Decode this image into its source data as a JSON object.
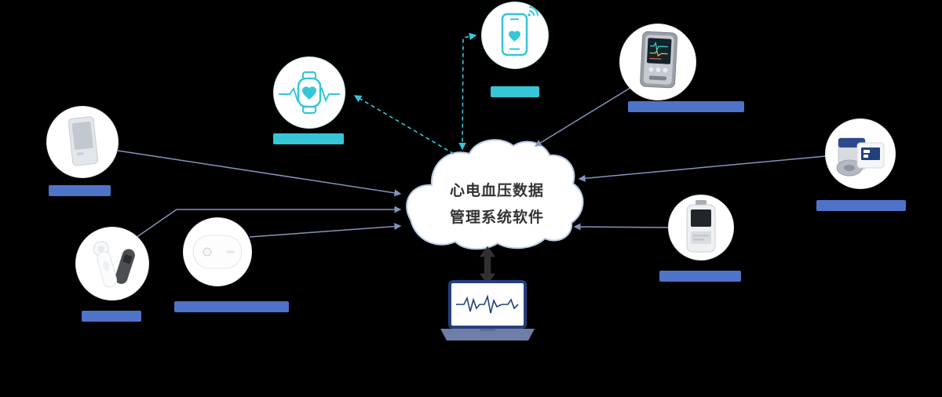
{
  "cloud": {
    "label_line1": "心电血压数据",
    "label_line2": "管理系统软件"
  },
  "colors": {
    "background": "#000000",
    "cloud_fill": "#ffffff",
    "cloud_stroke": "#b9cce9",
    "cloud_text": "#333333",
    "teal_accent": "#35c6d8",
    "blue_label": "#4e73c9",
    "arrow_blue": "#8494bc",
    "dark_arrow": "#2f2f2f"
  },
  "devices": [
    {
      "id": "card-reader-left",
      "icon": "handheld-device-icon",
      "label_color": "blue"
    },
    {
      "id": "smartwatch",
      "icon": "smartwatch-ecg-icon",
      "label_color": "teal"
    },
    {
      "id": "smartphone",
      "icon": "smartphone-health-icon",
      "label_color": "teal"
    },
    {
      "id": "bp-monitor",
      "icon": "blood-pressure-monitor-icon",
      "label_color": "blue"
    },
    {
      "id": "bp-cuff-monitor",
      "icon": "bp-cuff-device-icon",
      "label_color": "blue"
    },
    {
      "id": "holter-recorder",
      "icon": "holter-recorder-icon",
      "label_color": "blue"
    },
    {
      "id": "ear-thermometer",
      "icon": "ear-thermometer-icon",
      "label_color": "blue"
    },
    {
      "id": "patch-recorder",
      "icon": "patch-device-icon",
      "label_color": "blue"
    },
    {
      "id": "laptop-ecg",
      "icon": "laptop-ecg-icon",
      "label_color": null
    }
  ]
}
